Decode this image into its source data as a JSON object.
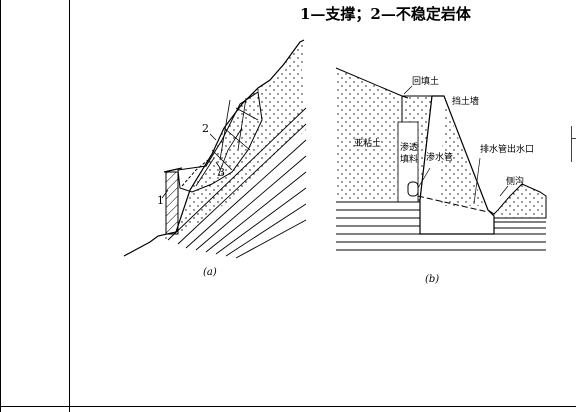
{
  "caption": "1—支撑；2—不稳定岩体",
  "figure_a": {
    "label": "(a)",
    "callouts": [
      "1",
      "2",
      "3"
    ]
  },
  "figure_b": {
    "label": "(b)",
    "labels": {
      "backfill": "回填土",
      "retaining_wall": "挡土墙",
      "subclay": "亚粘土",
      "filter_1": "渗透",
      "filter_2": "填料",
      "drain_pipe": "渗水管",
      "outlet": "排水管出水口",
      "ditch": "侧沟"
    }
  }
}
